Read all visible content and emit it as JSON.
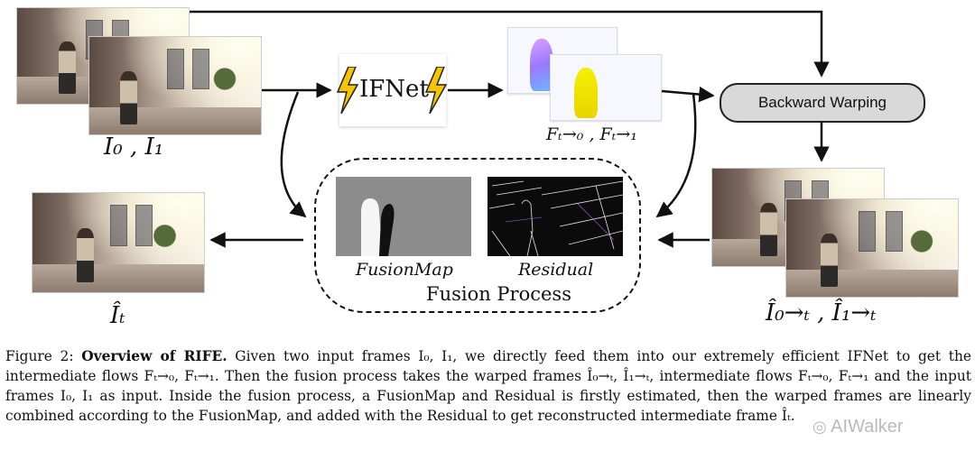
{
  "diagram": {
    "labels": {
      "inputs": "I₀ , I₁",
      "ifnet": "IFNet",
      "flows": "Fₜ→₀ , Fₜ→₁",
      "backward_warping": "Backward Warping",
      "fusion_map": "FusionMap",
      "residual": "Residual",
      "fusion_process": "Fusion Process",
      "output": "Îₜ",
      "warped": "Î₀→ₜ , Î₁→ₜ"
    }
  },
  "caption": {
    "prefix": "Figure 2: ",
    "title": "Overview of RIFE.",
    "body": " Given two input frames I₀, I₁, we directly feed them into our extremely efficient IFNet to get the intermediate flows Fₜ→₀, Fₜ→₁. Then the fusion process takes the warped frames Î₀→ₜ, Î₁→ₜ, intermediate flows Fₜ→₀, Fₜ→₁ and the input frames I₀, I₁ as input. Inside the fusion process, a FusionMap and Residual is firstly estimated, then the warped frames are linearly combined according to the FusionMap, and added with the Residual to get reconstructed intermediate frame Îₜ."
  },
  "watermark": "AIWalker"
}
